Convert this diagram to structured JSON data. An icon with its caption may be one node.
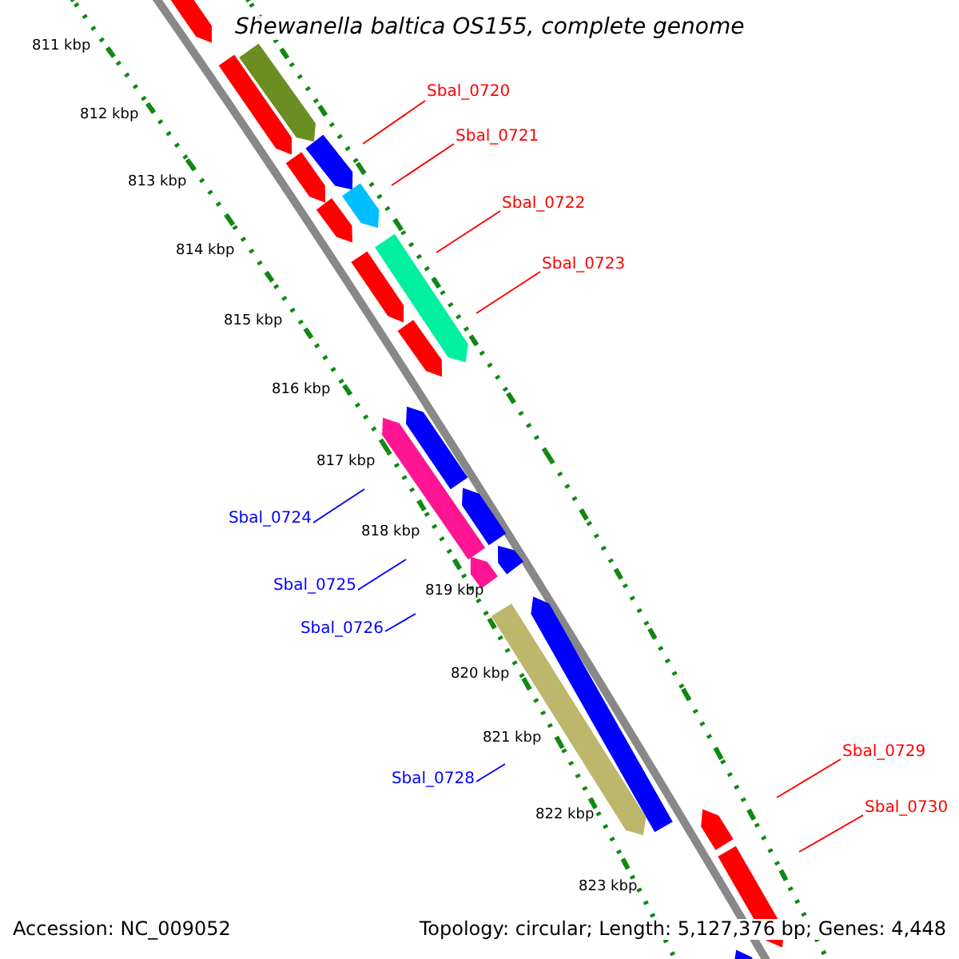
{
  "diagram": {
    "title": "Shewanella baltica OS155, complete genome",
    "nodes": [
      {
        "text": [
          "Sbal_0720"
        ]
      },
      {
        "text": [
          "Sbal_0721"
        ]
      },
      {
        "text": [
          "Sbal_0722"
        ]
      },
      {
        "text": [
          "Sbal_0723"
        ]
      },
      {
        "text": [
          "Sbal_0724"
        ]
      },
      {
        "text": [
          "Sbal_0725"
        ]
      },
      {
        "text": [
          "Sbal_0726"
        ]
      },
      {
        "text": [
          "Sbal_0728"
        ]
      },
      {
        "text": [
          "Sbal_0729"
        ]
      },
      {
        "text": [
          "Sbal_0730"
        ]
      }
    ],
    "edges": [
      {
        "from": 0,
        "to": null,
        "arrow": "none"
      },
      {
        "from": 1,
        "to": null,
        "arrow": "none"
      },
      {
        "from": 2,
        "to": null,
        "arrow": "none"
      },
      {
        "from": 3,
        "to": null,
        "arrow": "none"
      },
      {
        "from": 4,
        "to": null,
        "arrow": "none",
        "color": "#0000ff"
      },
      {
        "from": 5,
        "to": null,
        "arrow": "none",
        "color": "#0000ff"
      },
      {
        "from": 6,
        "to": null,
        "arrow": "none",
        "color": "#0000ff"
      },
      {
        "from": 7,
        "to": null,
        "arrow": "none",
        "color": "#0000ff"
      },
      {
        "from": 8,
        "to": null,
        "arrow": "none"
      },
      {
        "from": 9,
        "to": null,
        "arrow": "none"
      }
    ],
    "labels": [
      "811 kbp",
      "812 kbp",
      "813 kbp",
      "814 kbp",
      "815 kbp",
      "816 kbp",
      "817 kbp",
      "818 kbp",
      "819 kbp",
      "820 kbp",
      "821 kbp",
      "822 kbp",
      "823 kbp",
      "Accession: NC_009052",
      "Topology: circular; Length: 5,127,376 bp; Genes: 4,448"
    ]
  }
}
